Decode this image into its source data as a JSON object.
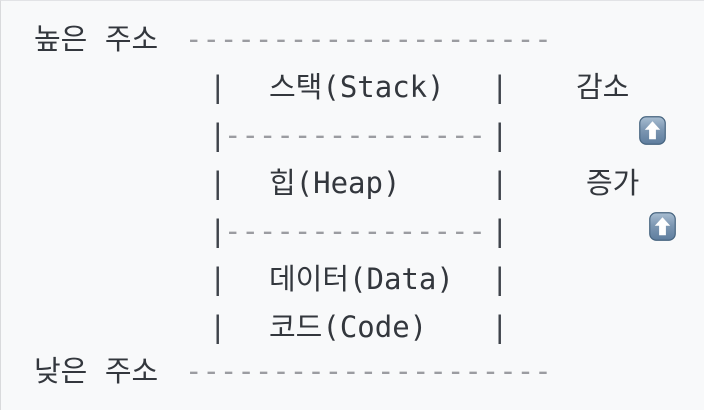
{
  "palette": {
    "background": "#f8f9fa",
    "text": "#33373d",
    "dash": "#9b9ca1",
    "pipe": "#3e434a",
    "emoji_blue_light": "#a9bed2",
    "emoji_blue_dark": "#5e7d9e",
    "emoji_border": "#46647f",
    "emoji_arrow": "#ffffff"
  },
  "diagram": {
    "pipe": "|",
    "high_address": {
      "label": "높은 주소",
      "dashes": "---------------------"
    },
    "low_address": {
      "label": "낮은 주소",
      "dashes": "---------------------"
    },
    "separator_dashes": "---------------",
    "sections": [
      {
        "id": "stack",
        "label": "스택(Stack)"
      },
      {
        "id": "heap",
        "label": "힙(Heap)"
      },
      {
        "id": "data",
        "label": "데이터(Data)"
      },
      {
        "id": "code",
        "label": "코드(Code)"
      }
    ],
    "annotations": [
      {
        "icon": "up-arrow-emoji",
        "label": "감소"
      },
      {
        "icon": "up-arrow-emoji",
        "label": "증가"
      }
    ]
  }
}
